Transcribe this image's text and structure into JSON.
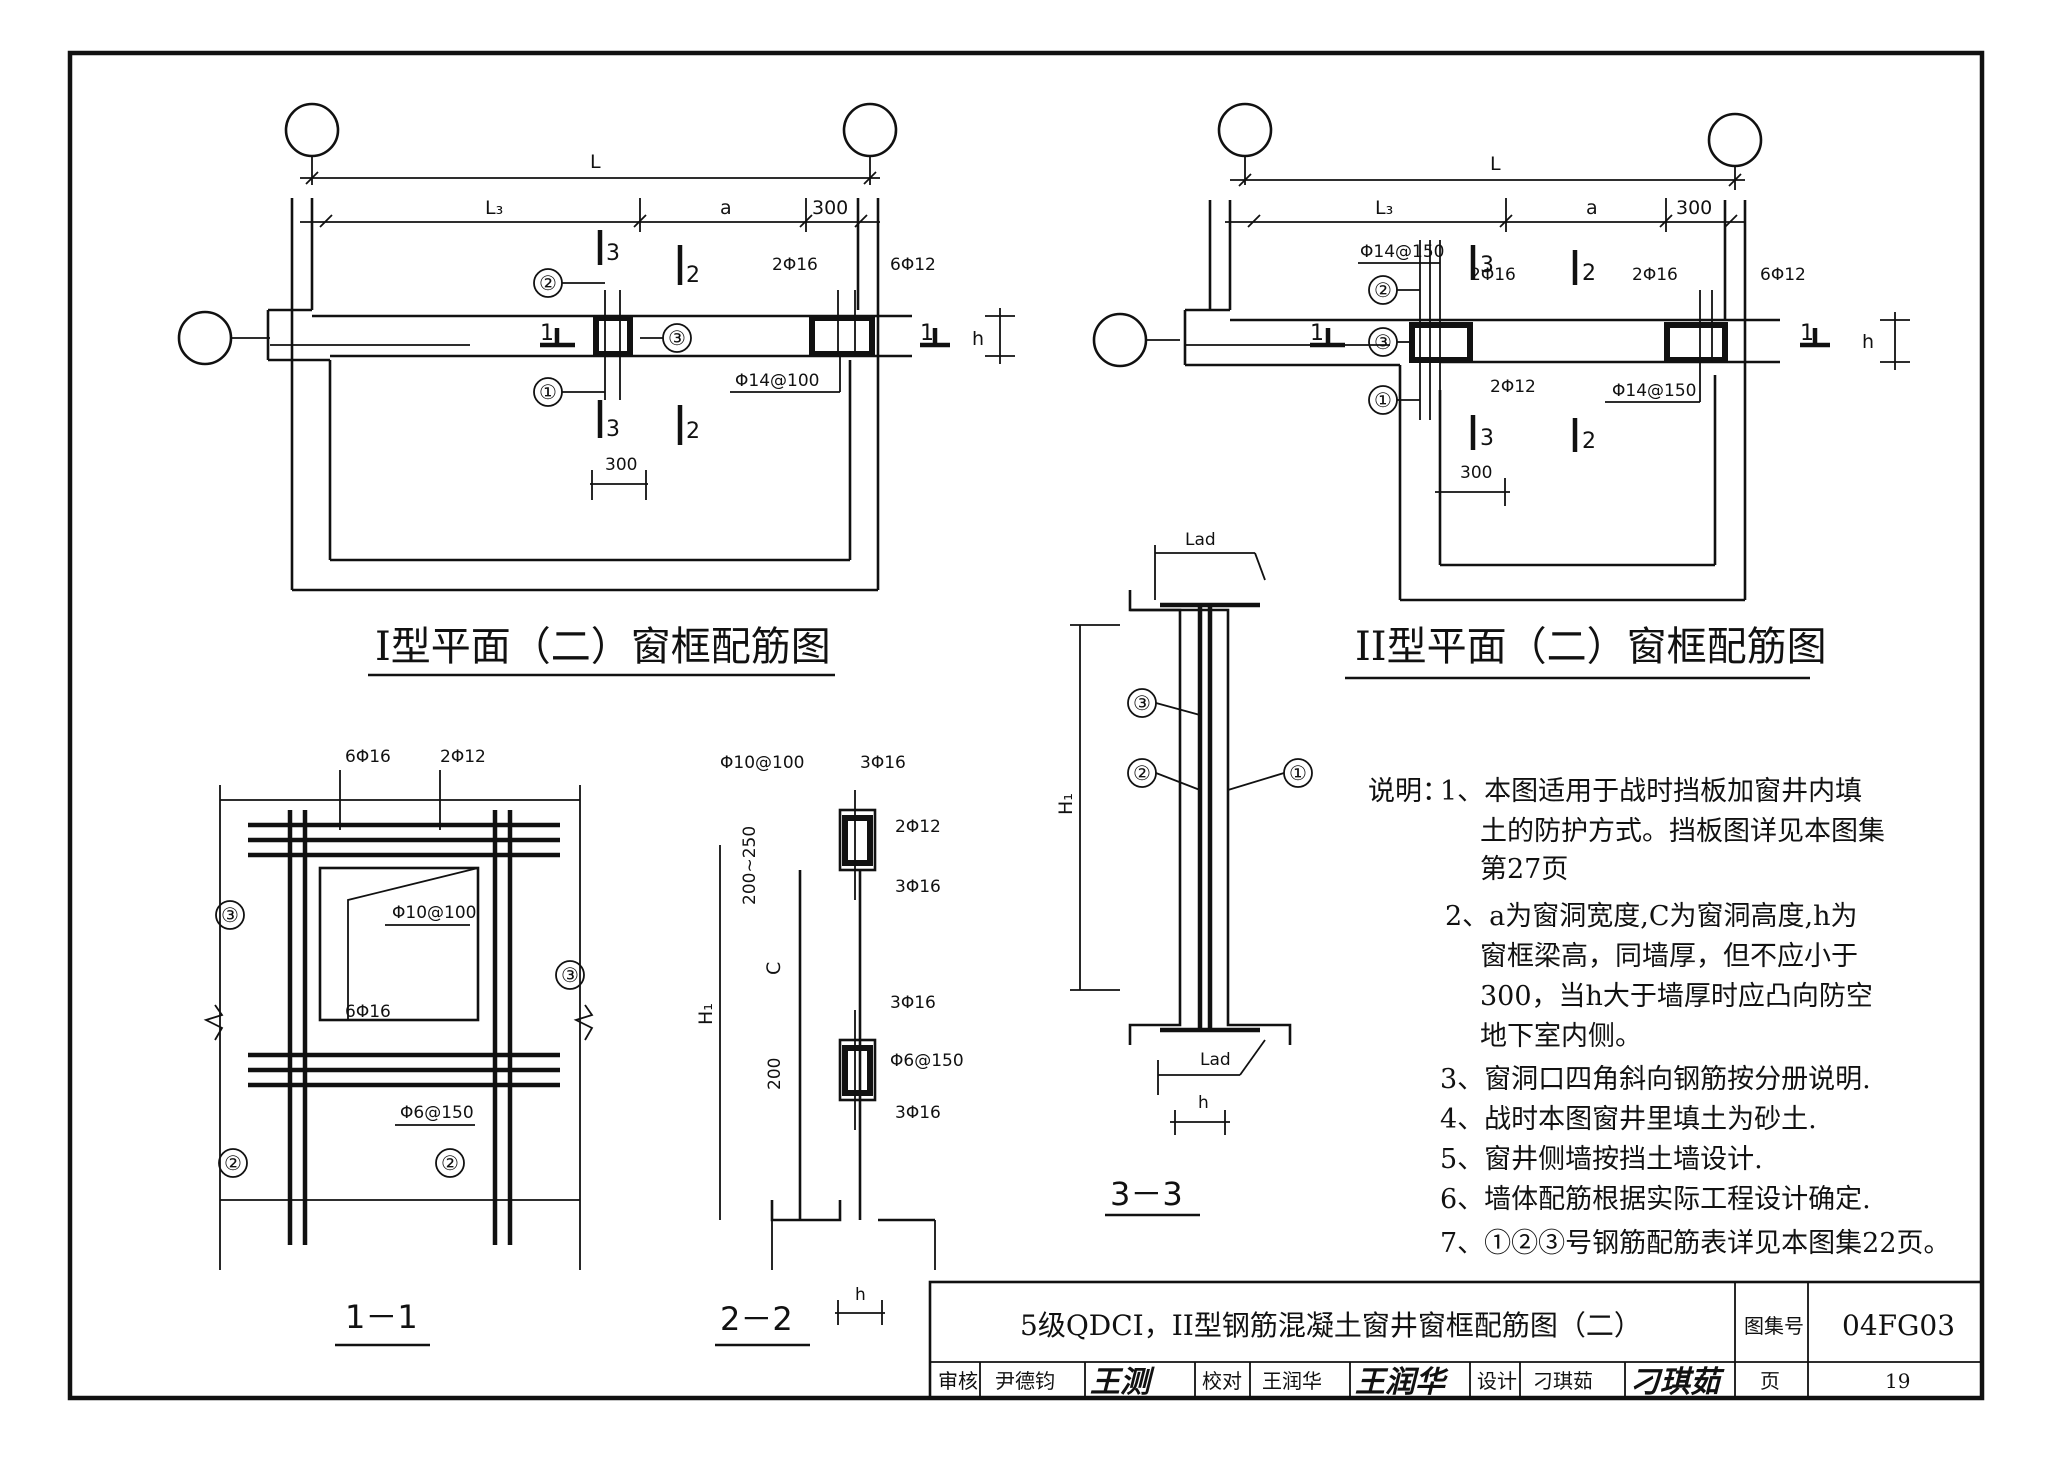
{
  "plan_I": {
    "title": "I型平面（二）窗框配筋图",
    "dim_L": "L",
    "dim_L3": "L₃",
    "dim_a": "a",
    "dim_300": "300",
    "dim_h": "h",
    "dim_300_bottom": "300",
    "rebar_2phi16": "2Φ16",
    "rebar_6phi12": "6Φ12",
    "rebar_stirrup": "Φ14@100",
    "sec1": "1",
    "sec2": "2",
    "sec3": "3",
    "marks": [
      "①",
      "②",
      "③"
    ]
  },
  "plan_II": {
    "title": "II型平面（二）窗框配筋图",
    "dim_L": "L",
    "dim_L3": "L₃",
    "dim_a": "a",
    "dim_300": "300",
    "dim_h": "h",
    "dim_300_bottom": "300",
    "rebar_stirrup_top": "Φ14@150",
    "rebar_2phi16_left": "2Φ16",
    "rebar_2phi16_right": "2Φ16",
    "rebar_6phi12": "6Φ12",
    "rebar_2phi12": "2Φ12",
    "rebar_stirrup_bottom": "Φ14@150",
    "sec1": "1",
    "sec2": "2",
    "sec3": "3",
    "marks": [
      "①",
      "②",
      "③"
    ]
  },
  "section_1_1": {
    "title": "1－1",
    "rebar_6phi16_top": "6Φ16",
    "rebar_2phi12": "2Φ12",
    "rebar_phi10": "Φ10@100",
    "rebar_6phi16_bottom": "6Φ16",
    "rebar_phi6": "Φ6@150",
    "marks": [
      "②",
      "②",
      "③",
      "③"
    ]
  },
  "section_2_2": {
    "title": "2－2",
    "rebar_phi10": "Φ10@100",
    "rebar_3phi16_top": "3Φ16",
    "rebar_2phi12": "2Φ12",
    "rebar_3phi16_a": "3Φ16",
    "rebar_3phi16_b": "3Φ16",
    "rebar_phi6": "Φ6@150",
    "rebar_3phi16_c": "3Φ16",
    "dim_top": "200~250",
    "dim_C": "C",
    "dim_200": "200",
    "dim_H1": "H₁",
    "dim_h": "h"
  },
  "section_3_3": {
    "title": "3－3",
    "dim_lad_top": "Lad",
    "dim_lad_bottom": "Lad",
    "dim_H1": "H₁",
    "dim_h": "h",
    "marks": [
      "①",
      "②",
      "③"
    ]
  },
  "notes": {
    "head": "说明：",
    "items": [
      "1、本图适用于战时挡板加窗井内填",
      "土的防护方式。挡板图详见本图集",
      "第27页",
      "2、a为窗洞宽度,C为窗洞高度,h为",
      "窗框梁高，同墙厚，但不应小于",
      "300，当h大于墙厚时应凸向防空",
      "地下室内侧。",
      "3、窗洞口四角斜向钢筋按分册说明.",
      "4、战时本图窗井里填土为砂土.",
      "5、窗井侧墙按挡土墙设计.",
      "6、墙体配筋根据实际工程设计确定.",
      "7、①②③号钢筋配筋表详见本图集22页。"
    ]
  },
  "title_block": {
    "title": "5级QDCI，II型钢筋混凝土窗井窗框配筋图（二）",
    "atlas_label": "图集号",
    "atlas_no": "04FG03",
    "review_label": "审核",
    "reviewer": "尹德钧",
    "review_sig": "王测",
    "check_label": "校对",
    "checker": "王润华",
    "check_sig": "王润华",
    "design_label": "设计",
    "designer": "刁琪茹",
    "design_sig": "刁琪茹",
    "page_label": "页",
    "page_no": "19"
  }
}
